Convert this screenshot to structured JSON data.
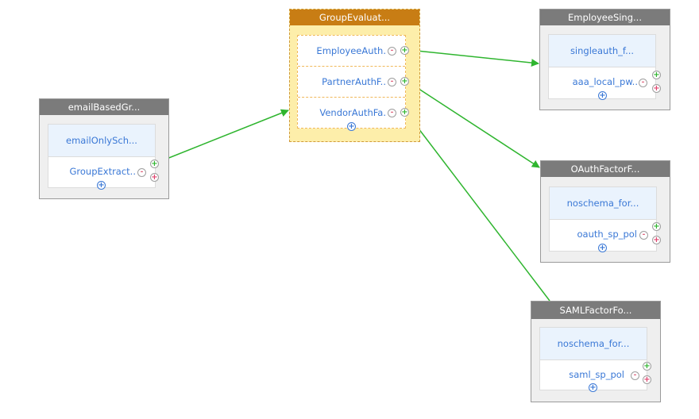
{
  "diagram": {
    "colors": {
      "link": "#2fb52f",
      "node_title_bg": "#7b7b7b",
      "group_title_bg": "#c87d14",
      "group_bg": "#fdeeaa",
      "text_blue": "#3a78d6"
    },
    "nodes": {
      "email": {
        "title": "emailBasedGr...",
        "schema": "emailOnlySch...",
        "policy": "GroupExtract.."
      },
      "group": {
        "title": "GroupEvaluat...",
        "rows": [
          {
            "label": "EmployeeAuth."
          },
          {
            "label": "PartnerAuthF.."
          },
          {
            "label": "VendorAuthFa."
          }
        ]
      },
      "employee": {
        "title": "EmployeeSing...",
        "schema": "singleauth_f...",
        "policy": "aaa_local_pw.."
      },
      "oauth": {
        "title": "OAuthFactorF...",
        "schema": "noschema_for...",
        "policy": "oauth_sp_pol"
      },
      "saml": {
        "title": "SAMLFactorFo...",
        "schema": "noschema_for...",
        "policy": "saml_sp_pol"
      }
    },
    "icons": {
      "minus": "-",
      "plus": "+"
    },
    "links": [
      {
        "from": "GroupExtract..",
        "to": "GroupEvaluat..."
      },
      {
        "from": "EmployeeAuth.",
        "to": "EmployeeSing..."
      },
      {
        "from": "PartnerAuthF..",
        "to": "OAuthFactorF..."
      },
      {
        "from": "VendorAuthFa.",
        "to": "SAMLFactorFo..."
      }
    ]
  }
}
